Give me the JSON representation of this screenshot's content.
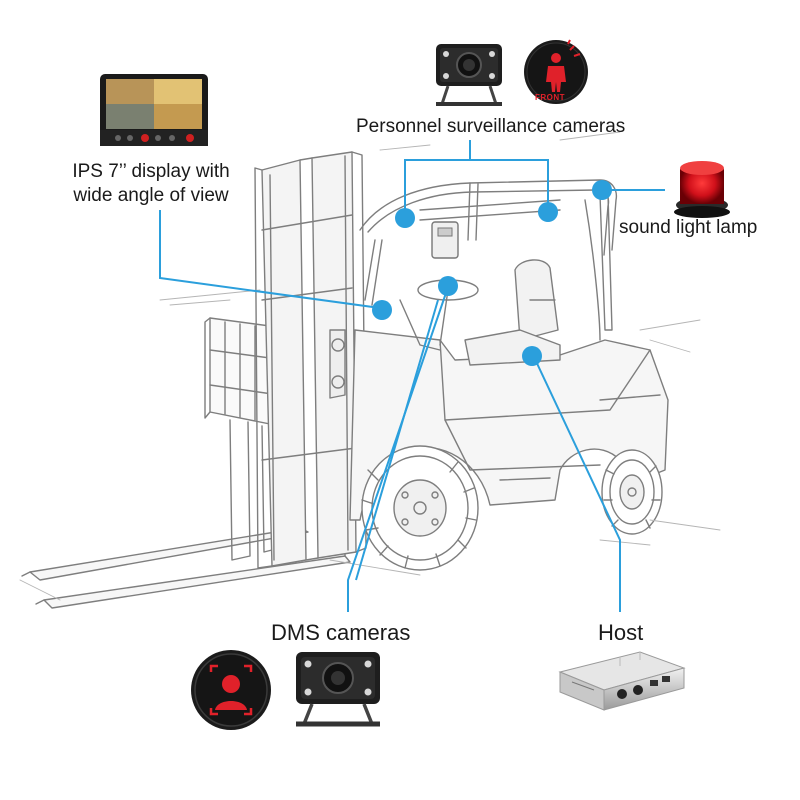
{
  "labels": {
    "personnel_cameras": "Personnel surveillance cameras",
    "display_line1": "IPS 7’’ display with",
    "display_line2": "wide angle of view",
    "sound_light_lamp": "sound light lamp",
    "dms_cameras": "DMS cameras",
    "host": "Host"
  },
  "badges": {
    "front_text": "FRONT"
  },
  "colors": {
    "callout_blue": "#2b9fdc",
    "sketch_gray": "#8a8a8a",
    "alert_red": "#e0212a",
    "badge_black": "#1b1b1b",
    "label_text": "#1a1a1a"
  },
  "icons": [
    "monitor-icon",
    "camera-icon",
    "pedestrian-warning-icon",
    "beacon-lamp-icon",
    "face-scan-icon",
    "host-box-icon",
    "forklift-sketch"
  ]
}
